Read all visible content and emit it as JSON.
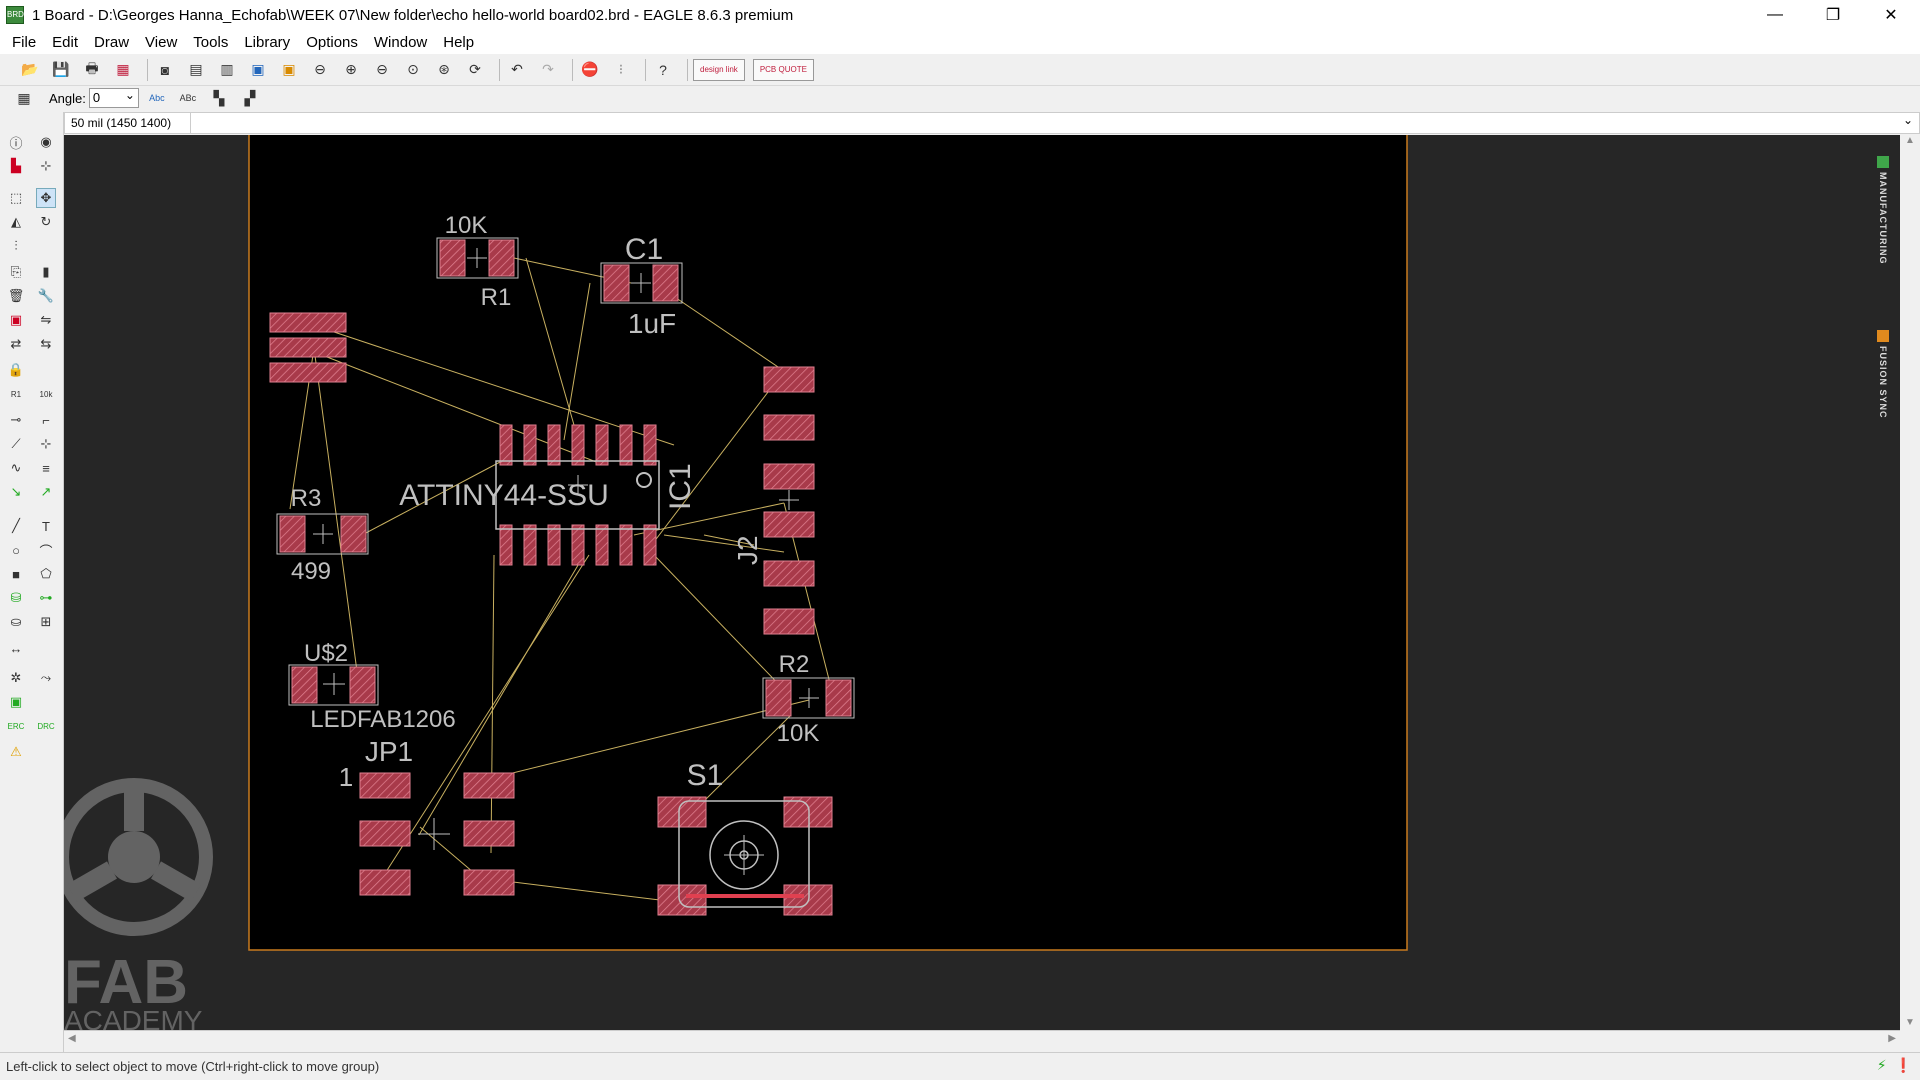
{
  "window": {
    "title": "1 Board - D:\\Georges Hanna_Echofab\\WEEK 07\\New folder\\echo hello-world board02.brd - EAGLE 8.6.3 premium",
    "app_icon_text": "BRD",
    "minimize": "—",
    "restore": "❐",
    "close": "✕"
  },
  "menu": [
    "File",
    "Edit",
    "Draw",
    "View",
    "Tools",
    "Library",
    "Options",
    "Window",
    "Help"
  ],
  "toolbar": {
    "design_link": "design link",
    "pcb_quote": "PCB QUOTE"
  },
  "param_toolbar": {
    "angle_label": "Angle:",
    "angle_value": "0"
  },
  "command_bar": {
    "coordinate": "50 mil (1450 1400)",
    "command_value": ""
  },
  "right_panel": {
    "manufacturing": "MANUFACTURING",
    "fusion_sync": "FUSION SYNC"
  },
  "board": {
    "labels": {
      "r1_value": "10K",
      "r1_name": "R1",
      "c1_name": "C1",
      "c1_value": "1uF",
      "ic_value": "ATTINY44-SSU",
      "ic_name": "IC1",
      "j2_name": "J2",
      "r3_name": "R3",
      "r3_value": "499",
      "u2_name": "U$2",
      "u2_value": "LEDFAB1206",
      "r2_name": "R2",
      "r2_value": "10K",
      "jp1_name": "JP1",
      "jp1_pin1": "1",
      "s1_name": "S1"
    },
    "colors": {
      "pad": "#b04050",
      "outline": "#c87a1e",
      "airwire": "#c8b060",
      "text": "#c0c0c0",
      "canvas": "#262626",
      "board": "#000000"
    }
  },
  "watermark": {
    "line1": "FAB",
    "line2": "ACADEMY"
  },
  "status": {
    "message": "Left-click to select object to move (Ctrl+right-click to move group)"
  }
}
